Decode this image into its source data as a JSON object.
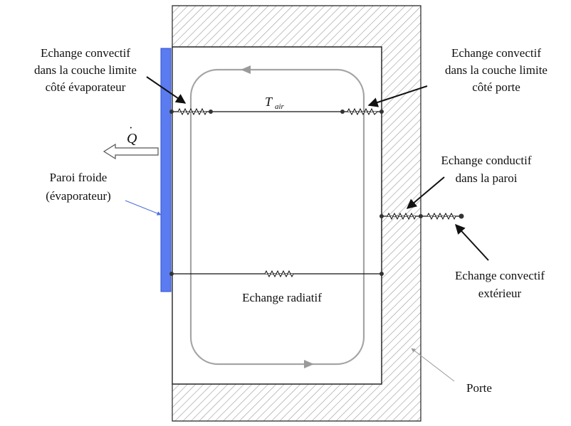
{
  "labels": {
    "conv_evap_1": "Echange convectif",
    "conv_evap_2": "dans la couche limite",
    "conv_evap_3": "côté évaporateur",
    "conv_door_1": "Echange convectif",
    "conv_door_2": "dans la couche limite",
    "conv_door_3": "côté porte",
    "cond_1": "Echange conductif",
    "cond_2": "dans la paroi",
    "conv_ext_1": "Echange convectif",
    "conv_ext_2": "extérieur",
    "cold_wall_1": "Paroi froide",
    "cold_wall_2": "(évaporateur)",
    "radiative": "Echange radiatif",
    "door": "Porte",
    "t_air_main": "T",
    "t_air_sub": "air",
    "q_dot": "Q",
    "q_dot_accent": "·"
  },
  "colors": {
    "evaporator": "#5b7cf0",
    "evaporator_edge": "#2f4fcf",
    "pointer_blue": "#4a6fe0",
    "hatch": "#9a9a9a",
    "loop": "#a5a5a5",
    "line": "#111111"
  }
}
